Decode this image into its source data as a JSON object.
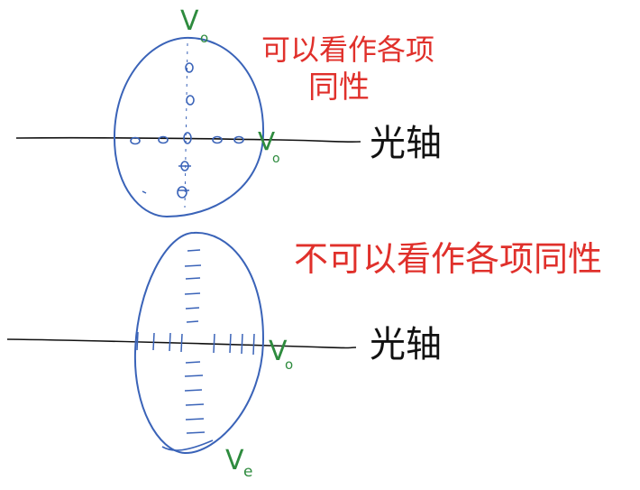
{
  "colors": {
    "ellipse_stroke": "#3a63b8",
    "axis_stroke": "#111111",
    "green_label": "#2e8b3e",
    "red_note": "#e0302b",
    "black_text": "#111111"
  },
  "top_figure": {
    "label_top": "V",
    "label_top_sub": "o",
    "label_right": "V",
    "label_right_sub": "o",
    "note_line1": "可以看作各项",
    "note_line2": "同性",
    "axis_label": "光轴"
  },
  "bottom_figure": {
    "label_right": "V",
    "label_right_sub": "o",
    "label_bottom": "V",
    "label_bottom_sub": "e",
    "note": "不可以看作各项同性",
    "axis_label": "光轴"
  }
}
